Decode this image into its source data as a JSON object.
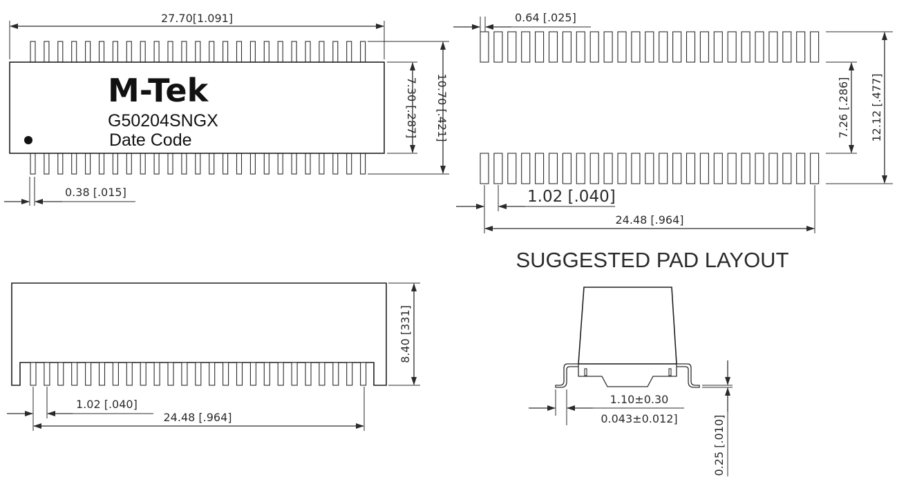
{
  "top_view": {
    "brand": "M-Tek",
    "part_number": "G50204SNGX",
    "date_code_label": "Date Code",
    "dim_length": "27.70[1.091]",
    "dim_body_width": "7.30 [.287]",
    "dim_overall_width": "10.70 [.421]",
    "dim_lead_width": "0.38 [.015]",
    "pins_per_side": 25
  },
  "pad_layout": {
    "caption": "SUGGESTED PAD LAYOUT",
    "dim_pad_width": "0.64 [.025]",
    "dim_pad_pitch": "1.02 [.040]",
    "dim_pad_span": "24.48 [.964]",
    "dim_inner_gap": "7.26 [.286]",
    "dim_outer_span": "12.12 [.477]",
    "pads_per_row": 25
  },
  "side_view": {
    "dim_height": "8.40 [331]",
    "dim_pitch": "1.02 [.040]",
    "dim_span": "24.48 [.964]",
    "pins": 25
  },
  "end_view": {
    "dim_foot_mm": "1.10±0.30",
    "dim_foot_in": "0.043±0.012]",
    "dim_standoff": "0.25 [.010]"
  }
}
